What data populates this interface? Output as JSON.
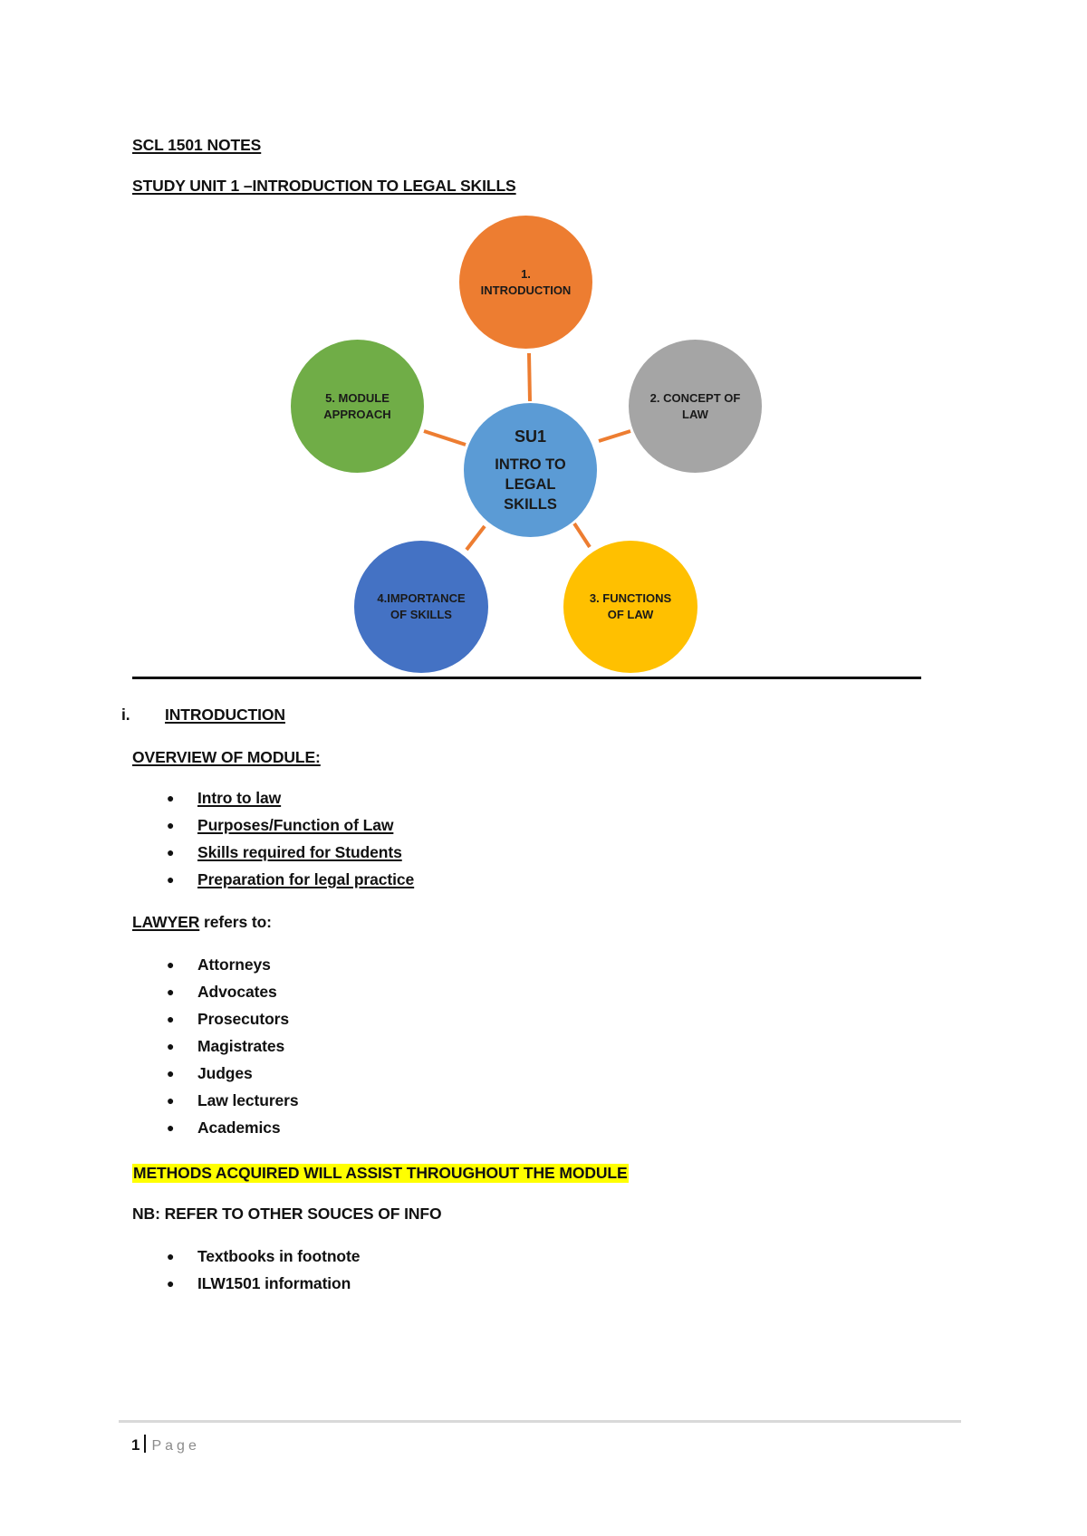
{
  "header": {
    "title": "SCL 1501 NOTES",
    "subtitle": "STUDY UNIT 1 –INTRODUCTION TO LEGAL SKILLS"
  },
  "diagram": {
    "center": {
      "line1": "SU1",
      "line2": "INTRO TO",
      "line3": "LEGAL",
      "line4": "SKILLS",
      "color": "#5b9bd5"
    },
    "connector_color": "#ed7d31",
    "nodes": [
      {
        "line1": "1.",
        "line2": "INTRODUCTION",
        "color": "#ed7d31"
      },
      {
        "line1": "2. CONCEPT OF",
        "line2": "LAW",
        "color": "#a5a5a5"
      },
      {
        "line1": "3. FUNCTIONS",
        "line2": "OF LAW",
        "color": "#ffc000"
      },
      {
        "line1": "4.IMPORTANCE",
        "line2": "OF SKILLS",
        "color": "#4472c4"
      },
      {
        "line1": "5. MODULE",
        "line2": "APPROACH",
        "color": "#70ad47"
      }
    ]
  },
  "section": {
    "number": "i.",
    "title": "INTRODUCTION",
    "overview_heading": "OVERVIEW OF MODULE:",
    "overview_items": [
      "Intro to law",
      "Purposes/Function of Law",
      "Skills required for Students",
      "Preparation for legal practice"
    ],
    "lawyer_term": "LAWYER",
    "lawyer_suffix": " refers to:",
    "lawyer_items": [
      "Attorneys",
      "Advocates",
      "Prosecutors",
      "Magistrates",
      "Judges",
      "Law lecturers",
      "Academics"
    ],
    "highlight_note": "METHODS ACQUIRED WILL ASSIST THROUGHOUT THE MODULE",
    "highlight_color": "#ffff00",
    "nb_note": "NB: REFER TO OTHER SOUCES OF INFO",
    "source_items": [
      "Textbooks in footnote",
      "ILW1501 information"
    ]
  },
  "footer": {
    "page_number": "1",
    "page_label": "Page"
  }
}
